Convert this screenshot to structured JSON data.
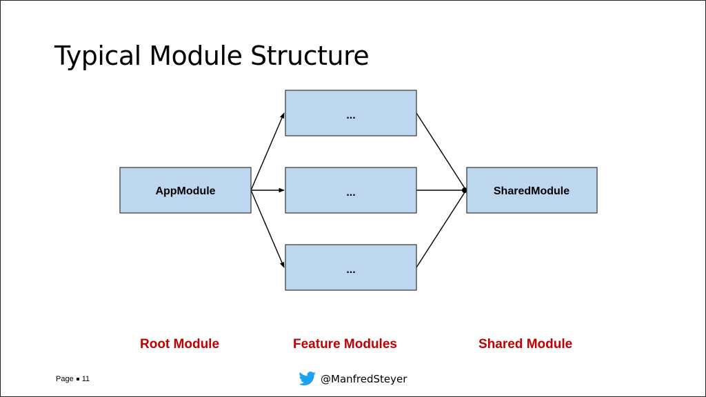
{
  "slide": {
    "title": "Typical Module Structure"
  },
  "diagram": {
    "nodes": {
      "app_module": "AppModule",
      "feature_top": "...",
      "feature_middle": "...",
      "feature_bottom": "...",
      "shared_module": "SharedModule"
    },
    "box_fill": "#bdd7ee",
    "box_stroke": "#404040"
  },
  "captions": {
    "root": "Root Module",
    "feature": "Feature Modules",
    "shared": "Shared Module",
    "color": "#c00000"
  },
  "footer": {
    "page_label": "Page",
    "page_number": "11",
    "twitter_handle": "@ManfredSteyer",
    "icon": "twitter-bird-icon",
    "icon_color": "#1da1f2"
  }
}
